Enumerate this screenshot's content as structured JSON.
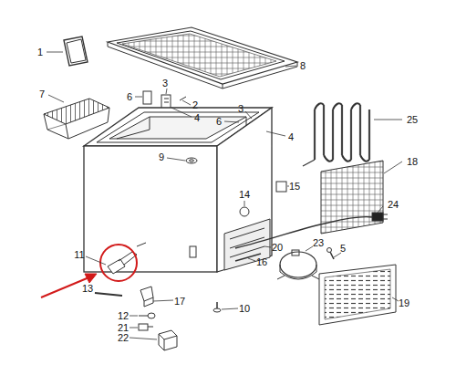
{
  "diagram": {
    "labels": [
      "1",
      "8",
      "3",
      "7",
      "6",
      "2",
      "3",
      "4",
      "6",
      "25",
      "4",
      "9",
      "18",
      "15",
      "14",
      "24",
      "23",
      "20",
      "5",
      "11",
      "16",
      "13",
      "17",
      "19",
      "10",
      "12",
      "21",
      "22"
    ]
  }
}
